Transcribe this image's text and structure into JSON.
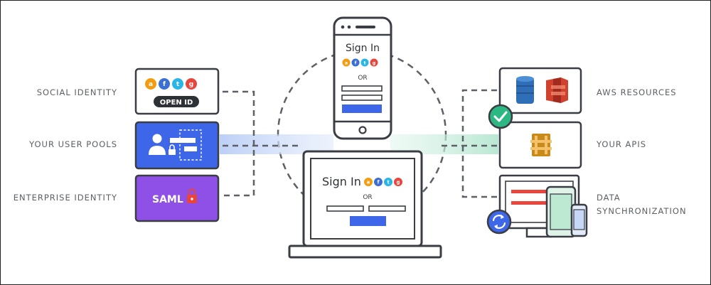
{
  "left_labels": {
    "social": "SOCIAL IDENTITY",
    "user_pools": "YOUR USER POOLS",
    "enterprise": "ENTERPRISE IDENTITY"
  },
  "right_labels": {
    "aws": "AWS RESOURCES",
    "apis": "YOUR APIS",
    "sync_line1": "DATA",
    "sync_line2": "SYNCHRONIZATION"
  },
  "social_card": {
    "letters": [
      "a",
      "f",
      "t",
      "g"
    ],
    "openid_label": "OPEN ID"
  },
  "enterprise_card": {
    "saml_label": "SAML"
  },
  "phone_signin": {
    "title": "Sign In",
    "letters": [
      "a",
      "f",
      "t",
      "g"
    ],
    "or_label": "OR"
  },
  "laptop_signin": {
    "title": "Sign In",
    "letters": [
      "a",
      "f",
      "t",
      "g"
    ],
    "or_label": "OR"
  },
  "colors": {
    "amazon": "#f39c12",
    "facebook": "#3b6fd4",
    "twitter": "#29b6e6",
    "google": "#e8453c",
    "user_pool_blue": "#3d67e8",
    "saml_purple": "#8e50e6",
    "check_green": "#2db783",
    "outline": "#3a3d44"
  },
  "icons": [
    "user-icon",
    "lock-icon",
    "database-icon",
    "s3-bucket-icon",
    "api-gateway-icon",
    "check-icon",
    "sync-icon"
  ]
}
